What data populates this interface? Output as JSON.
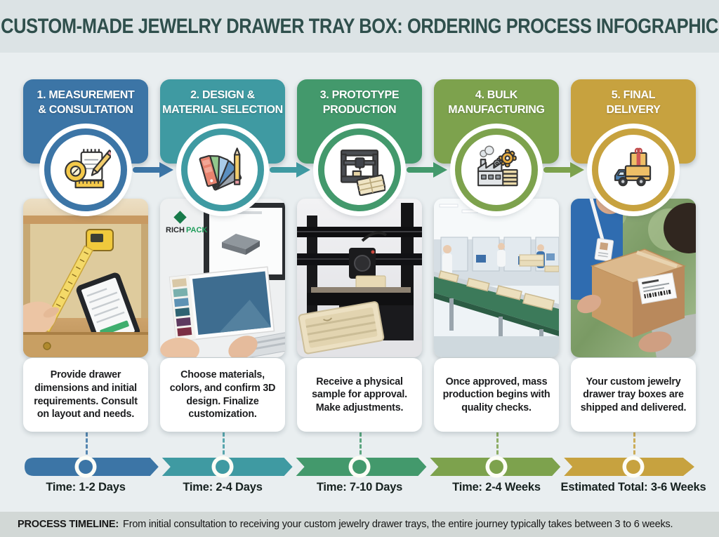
{
  "title": "CUSTOM-MADE JEWELRY DRAWER TRAY BOX: ORDERING PROCESS INFOGRAPHIC",
  "brand": {
    "part1": "RICH",
    "part2": "PACK"
  },
  "steps": [
    {
      "title_line1": "1. MEASUREMENT",
      "title_line2": "& CONSULTATION",
      "description": "Provide drawer dimensions and initial requirements. Consult on layout and needs.",
      "time": "Time: 1-2 Days",
      "color": "#3c75a6",
      "icon": "tape-measure-notepad"
    },
    {
      "title_line1": "2. DESIGN &",
      "title_line2": "MATERIAL SELECTION",
      "description": "Choose materials, colors, and confirm 3D design. Finalize customization.",
      "time": "Time: 2-4 Days",
      "color": "#3f9aa2",
      "icon": "color-swatches-pencil"
    },
    {
      "title_line1": "3. PROTOTYPE",
      "title_line2": "PRODUCTION",
      "description": "Receive a physical sample for approval. Make adjustments.",
      "time": "Time: 7-10 Days",
      "color": "#43996c",
      "icon": "3d-printer-tray"
    },
    {
      "title_line1": "4. BULK",
      "title_line2": "MANUFACTURING",
      "description": "Once approved, mass production begins with quality checks.",
      "time": "Time: 2-4 Weeks",
      "color": "#7da24d",
      "icon": "factory-gears"
    },
    {
      "title_line1": "5. FINAL",
      "title_line2": "DELIVERY",
      "description": "Your custom jewelry drawer tray boxes are shipped and delivered.",
      "time": "Estimated Total: 3-6 Weeks",
      "color": "#c7a23f",
      "icon": "delivery-truck-gift"
    }
  ],
  "footer": {
    "label": "PROCESS TIMELINE:",
    "text": "From initial consultation to receiving your custom jewelry drawer trays, the entire journey typically takes between 3 to 6 weeks."
  }
}
